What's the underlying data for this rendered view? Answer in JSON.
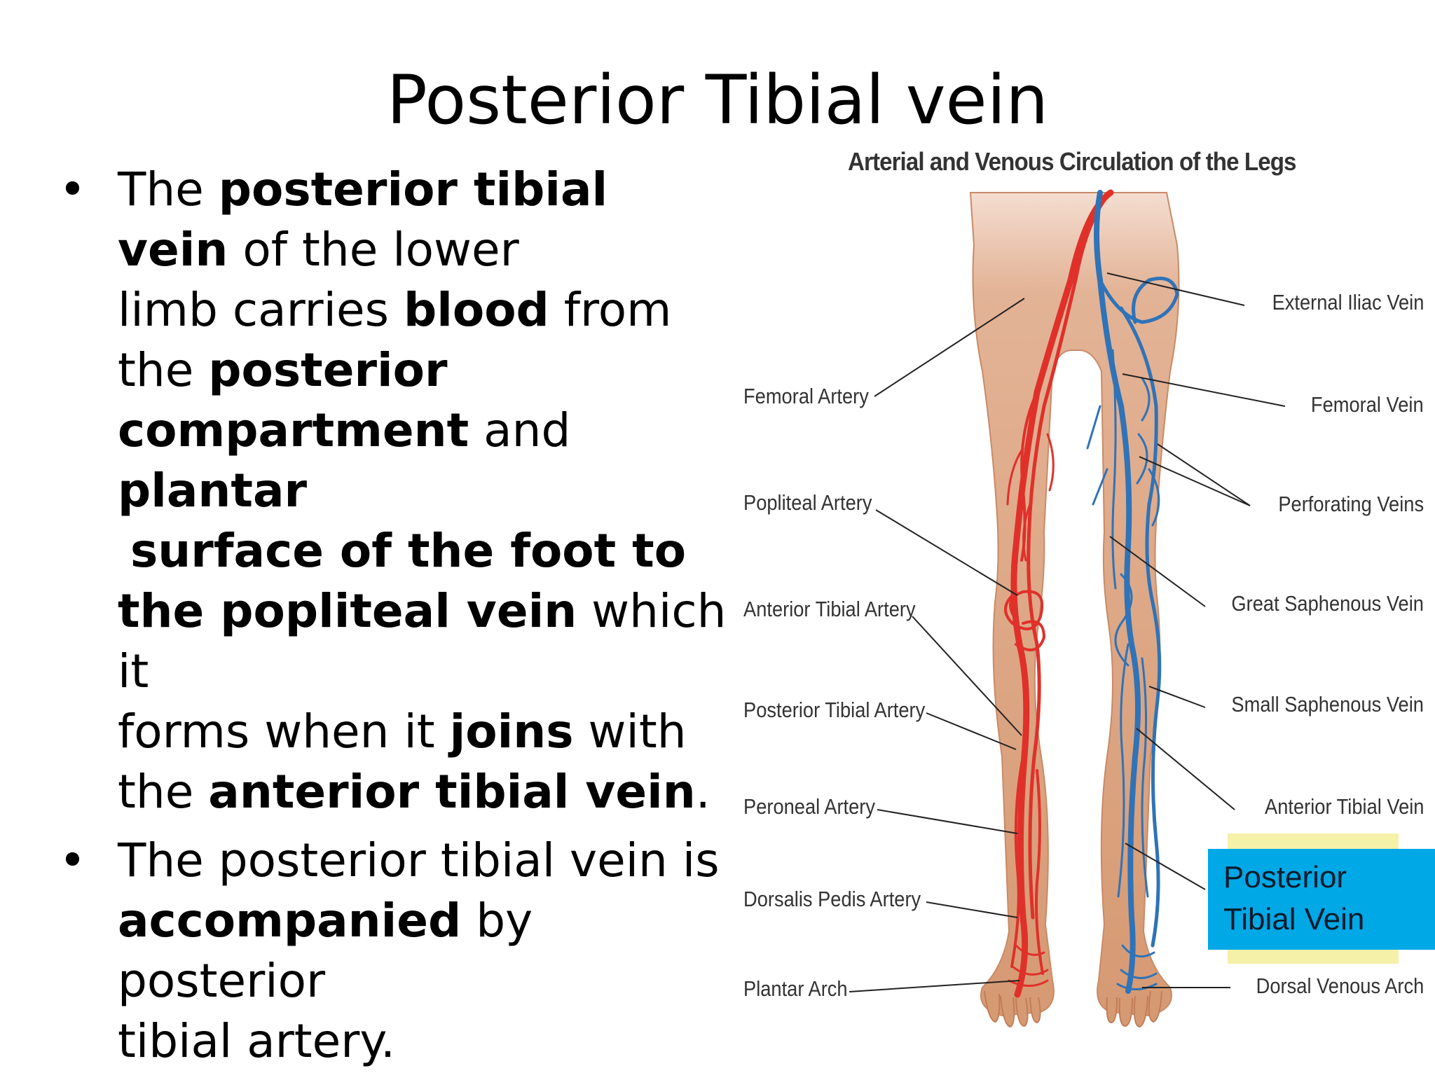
{
  "slide": {
    "title": "Posterior Tibial vein"
  },
  "bullets": {
    "b1": {
      "t1": "The ",
      "t2": "posterior tibial",
      "t3": "vein",
      "t4": " of the lower",
      "t5": "limb carries ",
      "t6": "blood",
      "t7": " from",
      "t8": "the ",
      "t9": "posterior",
      "t10": "compartment",
      "t11": " and ",
      "t12": "plantar",
      "t13": "surface of the foot to",
      "t14": "the popliteal vein",
      "t15": " which it",
      "t16": "forms when it ",
      "t17": "joins",
      "t18": " with",
      "t19": "the ",
      "t20": "anterior tibial vein",
      "t21": "."
    },
    "b2": {
      "t1": "The posterior tibial vein is",
      "t2": "accompanied",
      "t3": " by posterior",
      "t4": "tibial artery."
    }
  },
  "figure": {
    "title": "Arterial and Venous Circulation of the Legs",
    "left_labels": [
      "Femoral Artery",
      "Popliteal Artery",
      "Anterior Tibial Artery",
      "Posterior Tibial Artery",
      "Peroneal Artery",
      "Dorsalis Pedis Artery",
      "Plantar Arch"
    ],
    "right_labels": [
      "External Iliac Vein",
      "Femoral Vein",
      "Perforating Veins",
      "Great Saphenous Vein",
      "Small Saphenous Vein",
      "Anterior Tibial Vein",
      "Dorsal Venous Arch"
    ],
    "callout_line1": "Posterior",
    "callout_line2": "Tibial Vein",
    "colors": {
      "artery": "#e0302a",
      "vein": "#2f73b8",
      "skin": "#d99a73",
      "callout": "#00a8e6",
      "highlight": "#f6f1a9"
    }
  }
}
